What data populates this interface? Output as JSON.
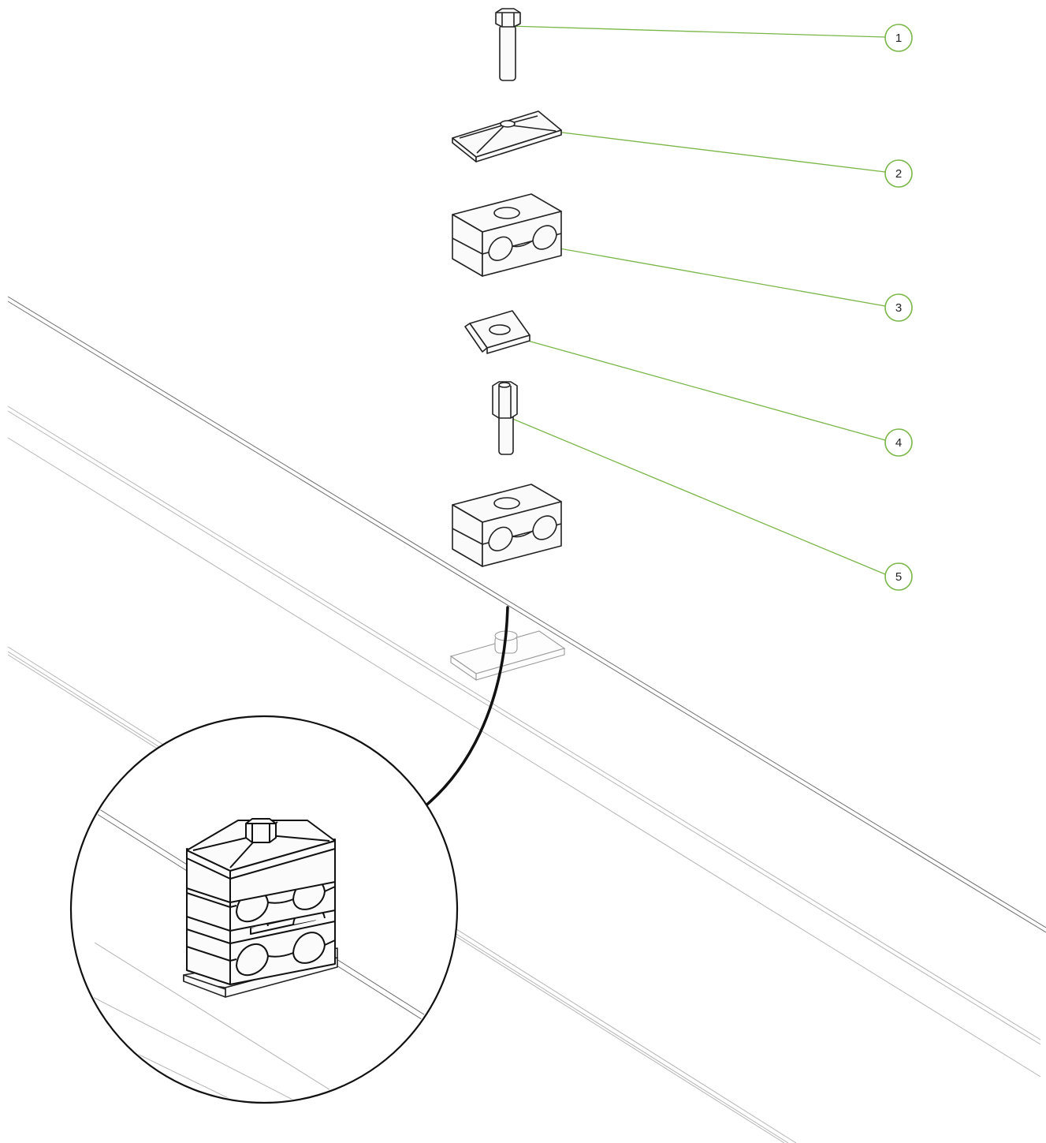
{
  "diagram": {
    "callouts": [
      {
        "label": "1"
      },
      {
        "label": "2"
      },
      {
        "label": "3"
      },
      {
        "label": "4"
      },
      {
        "label": "5"
      }
    ],
    "colors": {
      "leader": "#7ab648",
      "callout_stroke": "#7ab648",
      "outline": "#222222",
      "rail": "#6f6f6f"
    },
    "icons": {
      "bolt": "hex-bolt-icon",
      "cover_plate": "cover-plate-icon",
      "clamp_body": "twin-clamp-body-icon",
      "locking_plate": "locking-plate-icon",
      "stacking_bolt": "stacking-bolt-icon"
    }
  }
}
